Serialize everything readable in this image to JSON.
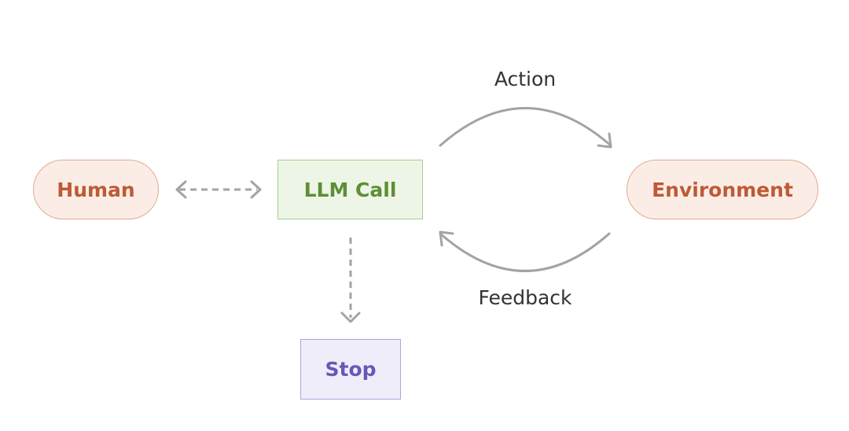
{
  "nodes": {
    "human": "Human",
    "llm_call": "LLM Call",
    "environment": "Environment",
    "stop": "Stop"
  },
  "edges": {
    "action": "Action",
    "feedback": "Feedback"
  },
  "colors": {
    "human_bg": "#FBEDE6",
    "human_border": "#E3A990",
    "human_text": "#BE5A35",
    "llm_bg": "#EDF5E6",
    "llm_border": "#A7D08F",
    "llm_text": "#5E8E36",
    "stop_bg": "#EEEDF9",
    "stop_border": "#ABA7DD",
    "stop_text": "#6659B6",
    "arrow": "#A3A3A3"
  }
}
